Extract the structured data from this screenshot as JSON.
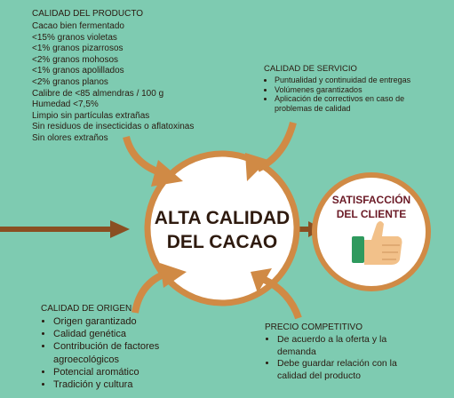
{
  "center": {
    "line1": "ALTA CALIDAD",
    "line2": "DEL CACAO"
  },
  "satisfaction": {
    "line1": "SATISFACCIÓN",
    "line2": "DEL CLIENTE"
  },
  "product_quality": {
    "title": "CALIDAD DEL PRODUCTO",
    "items": [
      "Cacao bien fermentado",
      "<15% granos violetas",
      "<1% granos pizarrosos",
      "<2% granos mohosos",
      "<1% granos apolillados",
      "<2% granos planos",
      "Calibre de <85 almendras / 100 g",
      "Humedad <7,5%",
      "Limpio sin partículas extrañas",
      "Sin residuos de insecticidas o aflatoxinas",
      "Sin olores extraños"
    ]
  },
  "service_quality": {
    "title": "CALIDAD DE SERVICIO",
    "items": [
      "Puntualidad y continuidad de entregas",
      "Volúmenes garantizados",
      "Aplicación de correctivos en caso de problemas de calidad"
    ]
  },
  "origin_quality": {
    "title": "CALIDAD DE ORIGEN",
    "items": [
      "Origen garantizado",
      "Calidad genética",
      "Contribución de factores agroecológicos",
      "Potencial aromático",
      "Tradición y cultura"
    ]
  },
  "competitive_price": {
    "title": "PRECIO COMPETITIVO",
    "items": [
      "De acuerdo a la oferta y la demanda",
      "Debe guardar relación con la calidad del producto"
    ]
  },
  "colors": {
    "background": "#7ecbb1",
    "ring": "#d08a45",
    "arrow": "#8a4f22",
    "ring_fill": "#ffffff",
    "thumb": "#f2c18a",
    "cuff": "#2f9a5e"
  }
}
